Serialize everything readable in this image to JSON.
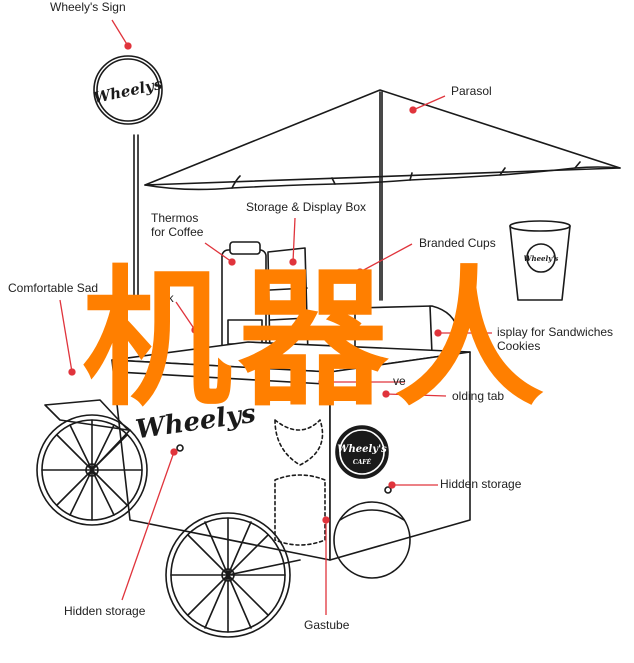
{
  "diagram": {
    "labels": {
      "wheelys_sign": "Wheely's Sign",
      "parasol": "Parasol",
      "thermos": "Thermos\nfor Coffee",
      "storage_display_box": "Storage & Display Box",
      "branded_cups": "Branded Cups",
      "comfortable_saddle": "Comfortable Sad",
      "milk": "lk",
      "display_sandwiches": "isplay for Sandwiches\nCookies",
      "stove": "ve",
      "folding_table": "olding tab",
      "hidden_storage_right": "Hidden storage",
      "hidden_storage_left": "Hidden storage",
      "gastube": "Gastube"
    },
    "logos": {
      "sign": "Wheelys",
      "cart_side": "Wheelys",
      "cafe_badge_top": "Wheely's",
      "cafe_badge_bottom": "CAFÉ",
      "cup": "Wheely's"
    },
    "overlay_text": "机器人",
    "colors": {
      "line": "#1a1a1a",
      "accent": "#e0343c",
      "overlay": "#ff7f00",
      "fill": "#ffffff"
    }
  }
}
